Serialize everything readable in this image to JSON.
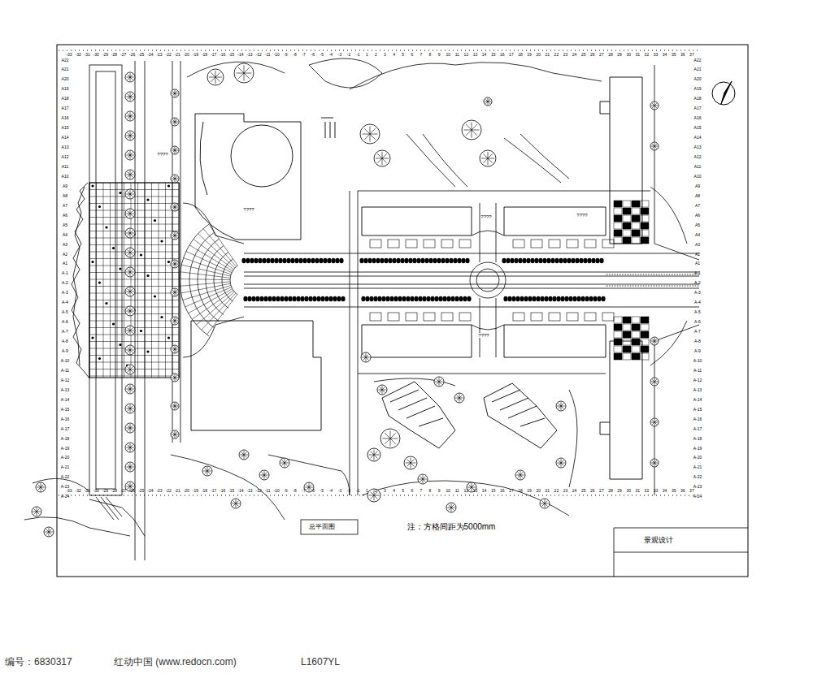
{
  "diagram": {
    "labels": [
      "-33",
      "-32",
      "-31",
      "-30",
      "-29",
      "-28",
      "-27",
      "-26",
      "-25",
      "-24",
      "-23",
      "-22",
      "-21",
      "-20",
      "-19",
      "-18",
      "-17",
      "-16",
      "-15",
      "-14",
      "-13",
      "-12",
      "-11",
      "-10",
      "-9",
      "-8",
      "-7",
      "-6",
      "-5",
      "-4",
      "-3",
      "-2",
      "-1",
      "1",
      "2",
      "3",
      "4",
      "5",
      "6",
      "7",
      "8",
      "9",
      "10",
      "11",
      "12",
      "13",
      "14",
      "15",
      "16",
      "17",
      "18",
      "19",
      "20",
      "21",
      "22",
      "23",
      "24",
      "25",
      "26",
      "27",
      "28",
      "29",
      "30",
      "31",
      "32",
      "33",
      "34",
      "35",
      "36",
      "37",
      "-33",
      "-32",
      "-31",
      "-30",
      "-29",
      "-28",
      "-27",
      "-26",
      "-25",
      "-24",
      "-23",
      "-22",
      "-21",
      "-20",
      "-19",
      "-18",
      "-17",
      "-16",
      "-15",
      "-14",
      "-13",
      "-12",
      "-11",
      "-10",
      "-9",
      "-8",
      "-7",
      "-6",
      "-5",
      "-4",
      "-3",
      "-2",
      "-1",
      "1",
      "2",
      "3",
      "4",
      "5",
      "6",
      "7",
      "8",
      "9",
      "10",
      "11",
      "12",
      "13",
      "14",
      "15",
      "16",
      "17",
      "18",
      "19",
      "20",
      "21",
      "22",
      "23",
      "24",
      "25",
      "26",
      "27",
      "28",
      "29",
      "30",
      "31",
      "32",
      "33",
      "34",
      "35",
      "36",
      "37",
      "A22",
      "A21",
      "A20",
      "A19",
      "A18",
      "A17",
      "A16",
      "A15",
      "A14",
      "A13",
      "A12",
      "A11",
      "A10",
      "A9",
      "A8",
      "A7",
      "A6",
      "A5",
      "A4",
      "A3",
      "A2",
      "A1",
      "A-1",
      "A-2",
      "A-3",
      "A-4",
      "A-5",
      "A-6",
      "A-7",
      "A-8",
      "A-9",
      "A-10",
      "A-11",
      "A-12",
      "A-13",
      "A-14",
      "A-15",
      "A-16",
      "A-17",
      "A-18",
      "A-19",
      "A-20",
      "A-21",
      "A-22",
      "A-23",
      "A-24",
      "A22",
      "A21",
      "A20",
      "A19",
      "A18",
      "A17",
      "A16",
      "A15",
      "A14",
      "A13",
      "A12",
      "A11",
      "A10",
      "A9",
      "A8",
      "A7",
      "A6",
      "A5",
      "A4",
      "A3",
      "A2",
      "A1",
      "A-1",
      "A-2",
      "A-3",
      "A-4",
      "A-5",
      "A-6",
      "A-7",
      "A-8",
      "A-9",
      "A-10",
      "A-11",
      "A-12",
      "A-13",
      "A-14",
      "A-15",
      "A-16",
      "A-17",
      "A-18",
      "A-19",
      "A-20",
      "A-21",
      "A-22",
      "A-23",
      "A-24",
      "????",
      "????",
      "????",
      "????",
      "????",
      "注：方格间距为5000mm",
      "总平面图",
      "景观设计",
      "编号：6830317",
      "红动中国 (www.redocn.com)",
      "L1607YL"
    ]
  }
}
